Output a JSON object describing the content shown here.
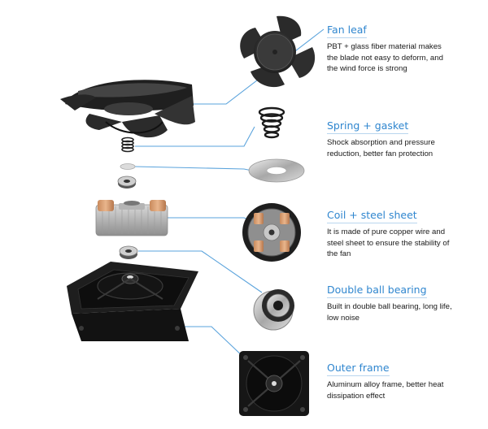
{
  "colors": {
    "accent": "#2f86cf",
    "connector": "#5aa3dc",
    "text": "#1a1a1a"
  },
  "components": [
    {
      "id": "fan",
      "title": "Fan leaf",
      "desc": "PBT + glass fiber material makes the blade not easy to deform, and the wind force is strong",
      "icon": "fan-blade-icon"
    },
    {
      "id": "spring",
      "title": "Spring + gasket",
      "desc": "Shock absorption and pressure reduction, better fan protection",
      "icon": "spring-icon"
    },
    {
      "id": "coil",
      "title": "Coil + steel sheet",
      "desc": "It is made of pure copper wire and steel sheet to ensure the stability of the fan",
      "icon": "coil-icon"
    },
    {
      "id": "bearing",
      "title": "Double ball bearing",
      "desc": "Built in double ball bearing, long life, low noise",
      "icon": "ball-bearing-icon"
    },
    {
      "id": "frame",
      "title": "Outer frame",
      "desc": "Aluminum alloy frame, better heat dissipation effect",
      "icon": "frame-icon"
    }
  ]
}
